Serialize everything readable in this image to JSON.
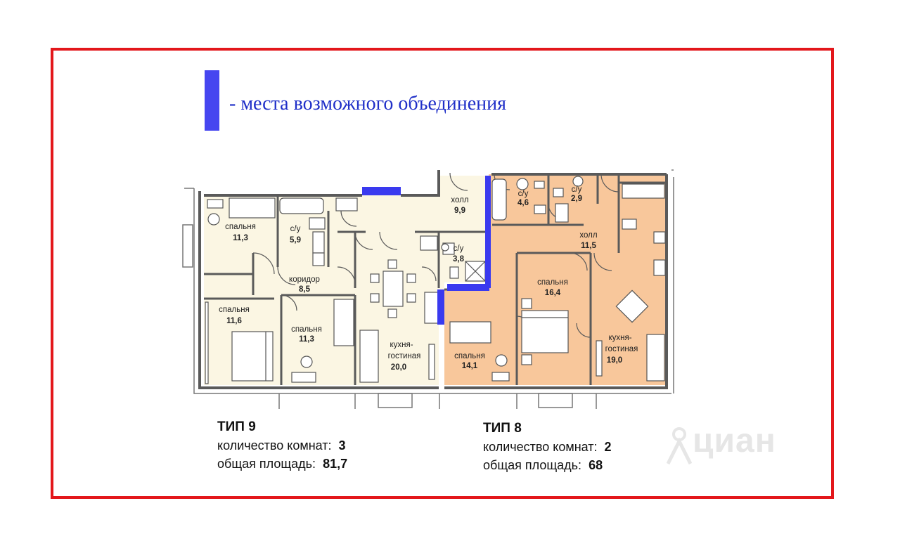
{
  "legend": {
    "text": "- места возможного объединения",
    "color": "#4646f0"
  },
  "colors": {
    "frame": "#e3171b",
    "type9_fill": "#fbf6e3",
    "type8_fill": "#f8c79b",
    "merge_mark": "#3a3aef",
    "wall": "#5a5a5a"
  },
  "type9": {
    "title": "ТИП 9",
    "rooms_label": "количество комнат:",
    "rooms_value": "3",
    "area_label": "общая площадь:",
    "area_value": "81,7"
  },
  "type8": {
    "title": "ТИП 8",
    "rooms_label": "количество комнат:",
    "rooms_value": "2",
    "area_label": "общая площадь:",
    "area_value": "68"
  },
  "rooms": {
    "bed1_name": "спальня",
    "bed1_area": "11,3",
    "bath1_name": "с/у",
    "bath1_area": "5,9",
    "hall9_name": "холл",
    "hall9_area": "9,9",
    "bath2_name": "с/у",
    "bath2_area": "3,8",
    "corr_name": "коридор",
    "corr_area": "8,5",
    "bed2_name": "спальня",
    "bed2_area": "11,6",
    "bed3_name": "спальня",
    "bed3_area": "11,3",
    "kit9_name1": "кухня-",
    "kit9_name2": "гостиная",
    "kit9_area": "20,0",
    "bath3_name": "с/у",
    "bath3_area": "4,6",
    "bath4_name": "с/у",
    "bath4_area": "2,9",
    "hall8_name": "холл",
    "hall8_area": "11,5",
    "bed4_name": "спальня",
    "bed4_area": "16,4",
    "bed5_name": "спальня",
    "bed5_area": "14,1",
    "kit8_name1": "кухня-",
    "kit8_name2": "гостиная",
    "kit8_area": "19,0"
  },
  "watermark": {
    "text": "циан",
    "icon": "cian-logo-icon"
  }
}
